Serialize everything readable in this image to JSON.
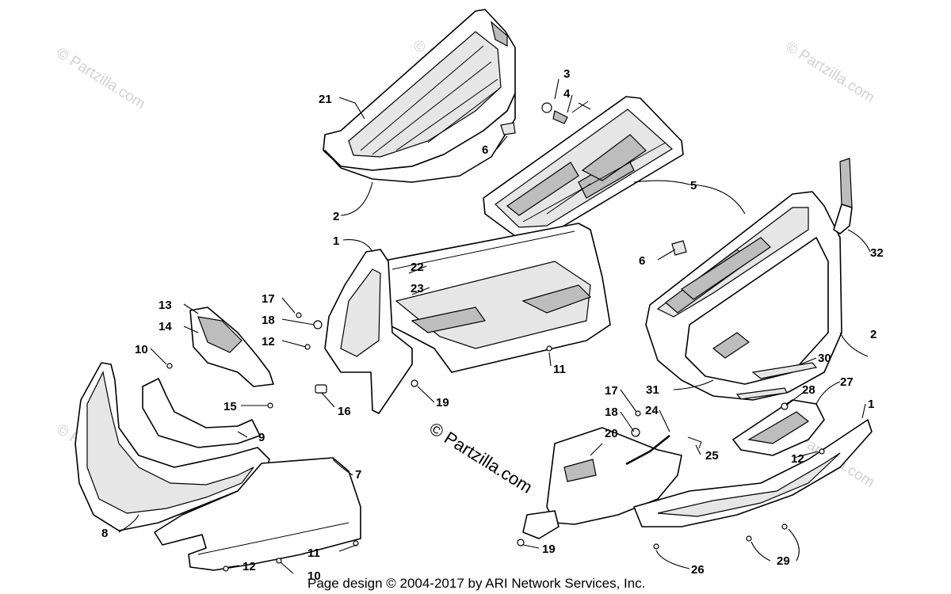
{
  "watermarks": {
    "corner": "© Partzilla.com",
    "center": "© Partzilla.com"
  },
  "footer": "Page design © 2004-2017 by ARI Network Services, Inc.",
  "callouts": {
    "c1a": "1",
    "c1b": "1",
    "c2a": "2",
    "c2b": "2",
    "c3": "3",
    "c4": "4",
    "c5": "5",
    "c6a": "6",
    "c6b": "6",
    "c7": "7",
    "c8": "8",
    "c9": "9",
    "c10a": "10",
    "c10b": "10",
    "c11a": "11",
    "c11b": "11",
    "c12a": "12",
    "c12b": "12",
    "c12c": "12",
    "c13": "13",
    "c14": "14",
    "c15": "15",
    "c16": "16",
    "c17a": "17",
    "c17b": "17",
    "c18a": "18",
    "c18b": "18",
    "c19a": "19",
    "c19b": "19",
    "c20": "20",
    "c21": "21",
    "c22": "22",
    "c23": "23",
    "c24": "24",
    "c25": "25",
    "c26": "26",
    "c27": "27",
    "c28": "28",
    "c29": "29",
    "c30": "30",
    "c31": "31",
    "c32": "32"
  }
}
